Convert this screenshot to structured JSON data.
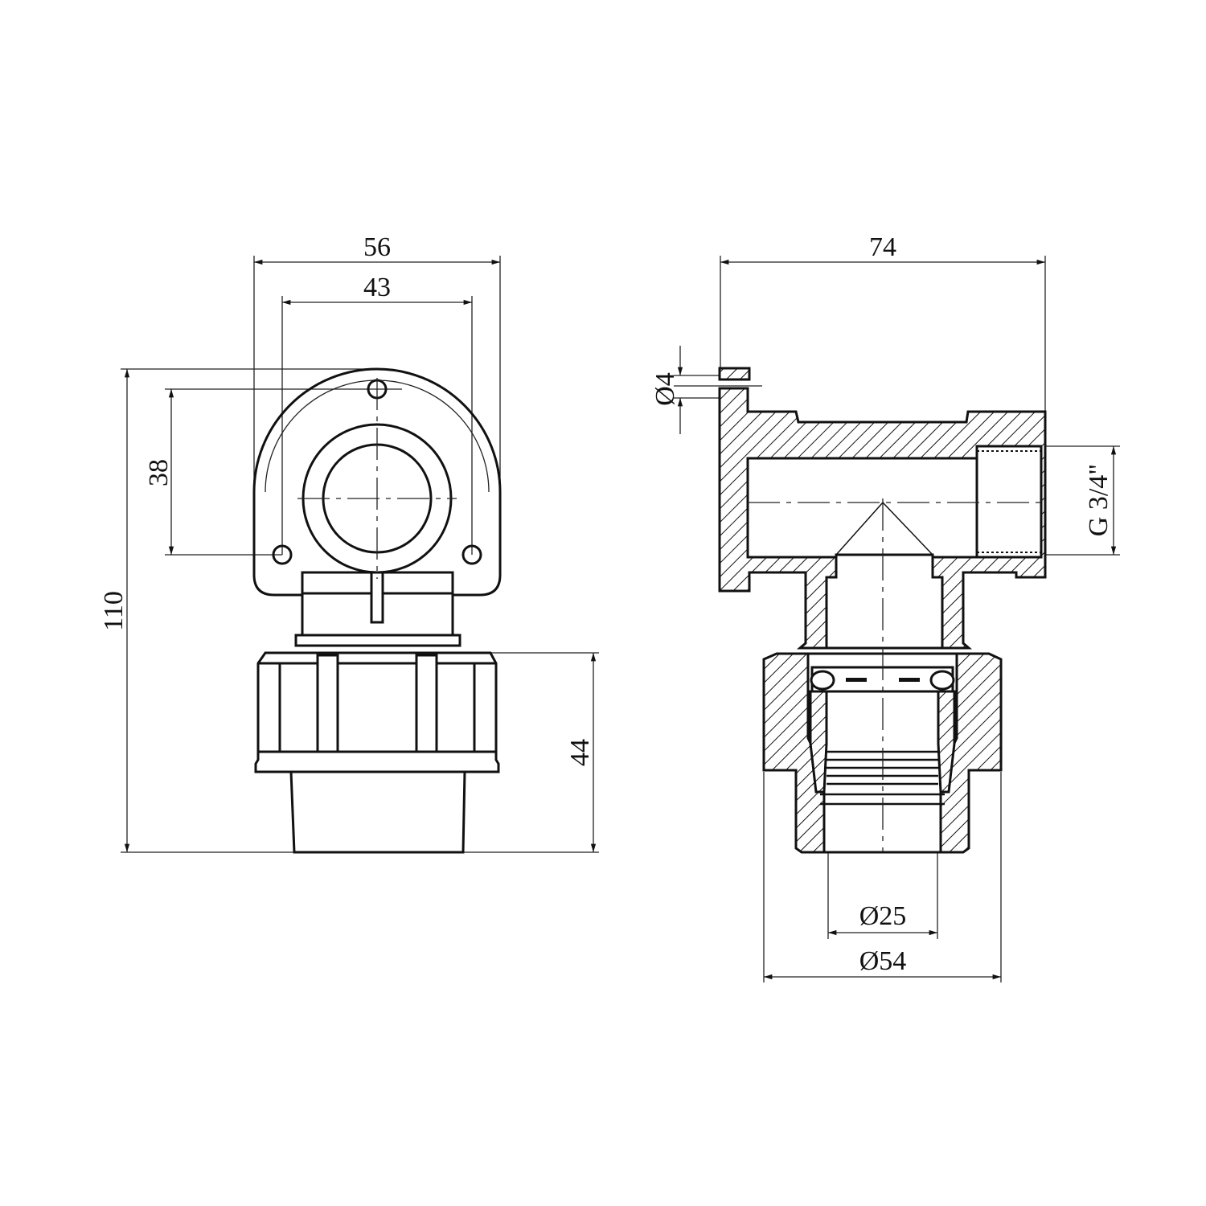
{
  "drawing": {
    "front_view": {
      "dimensions": {
        "overall_width": "56",
        "hole_spacing_horizontal": "43",
        "overall_height": "110",
        "hole_spacing_vertical": "38",
        "nut_height": "44"
      }
    },
    "section_view": {
      "dimensions": {
        "overall_length": "74",
        "hole_diameter": "Ø4",
        "thread": "G 3/4\"",
        "pipe_diameter": "Ø25",
        "nut_diameter": "Ø54"
      }
    }
  }
}
